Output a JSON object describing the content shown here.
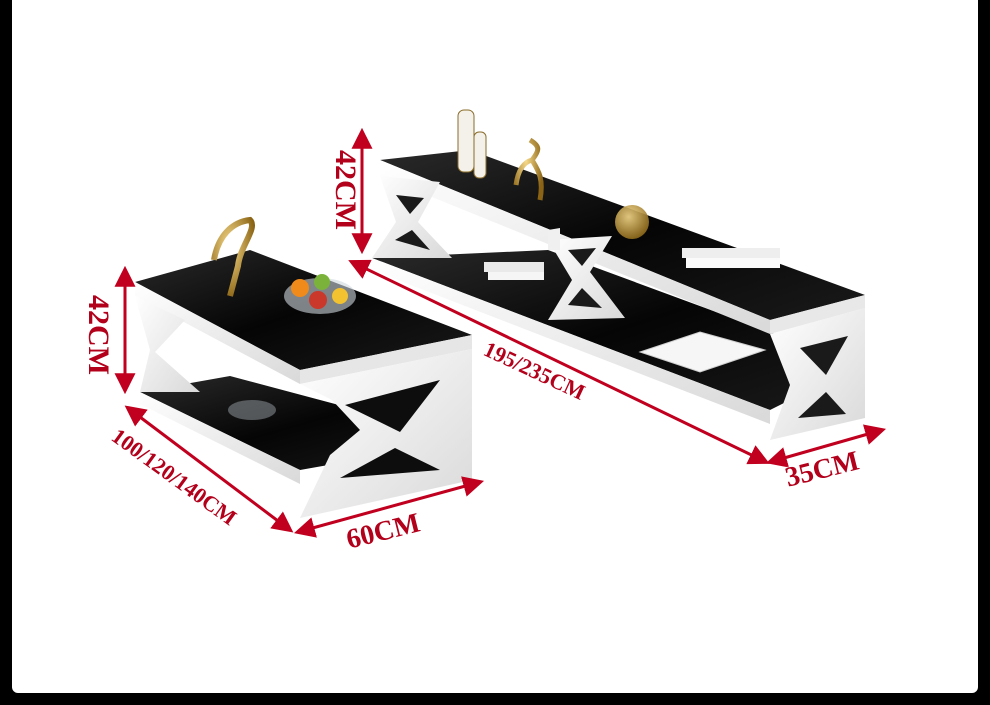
{
  "image": {
    "description_alt": "White and black glass coffee table and TV stand with dimension arrows",
    "colors": {
      "dimension": "#c0001e",
      "glass": "#0b0b0b",
      "frame": "#f3f3f3",
      "background": "#ffffff",
      "border": "#000000"
    }
  },
  "dimensions": {
    "tv_height": "42CM",
    "tv_length": "195/235CM",
    "tv_depth": "35CM",
    "table_height": "42CM",
    "table_length": "100/120/140CM",
    "table_width": "60CM"
  }
}
